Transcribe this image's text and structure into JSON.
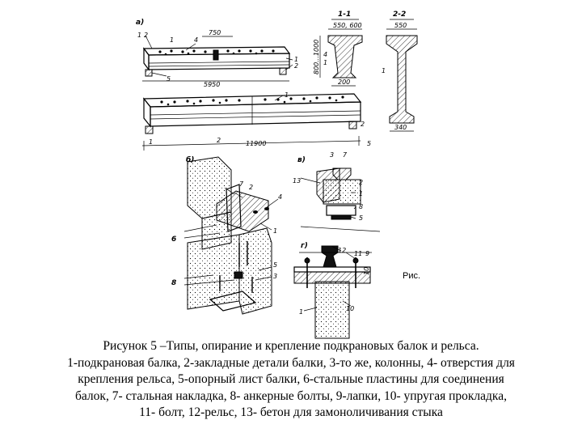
{
  "figure": {
    "views": {
      "a": "а)",
      "b": "б)",
      "v": "в)",
      "g": "г)"
    },
    "sections": {
      "s11": "1-1",
      "s22": "2-2"
    },
    "dimensions": {
      "d750": "750",
      "d5950": "5950",
      "d11900": "11900",
      "d550_600": "550, 600",
      "d800_1000": "800...1000",
      "d200": "200",
      "d550": "550",
      "d340": "340",
      "d10": "10"
    },
    "labels": {
      "n1": "1",
      "n2": "2",
      "n3": "3",
      "n4": "4",
      "n5": "5",
      "n6": "6",
      "n7": "7",
      "n8": "8",
      "n9": "9",
      "n10": "10",
      "n11": "11",
      "n12": "12",
      "n13": "13"
    },
    "ris_label": "Рис."
  },
  "caption": {
    "line1": "Рисунок 5 –Типы, опирание и крепление подкрановых балок и рельса.",
    "line2": "1-подкрановая балка, 2-закладные детали балки, 3-то же, колонны, 4- отверстия для",
    "line3": "крепления рельса, 5-опорный лист балки, 6-стальные пластины для соединения",
    "line4": "балок, 7- стальная накладка, 8- анкерные болты, 9-лапки, 10- упругая прокладка,",
    "line5": "11- болт, 12-рельс, 13- бетон для замоноличивания стыка"
  }
}
